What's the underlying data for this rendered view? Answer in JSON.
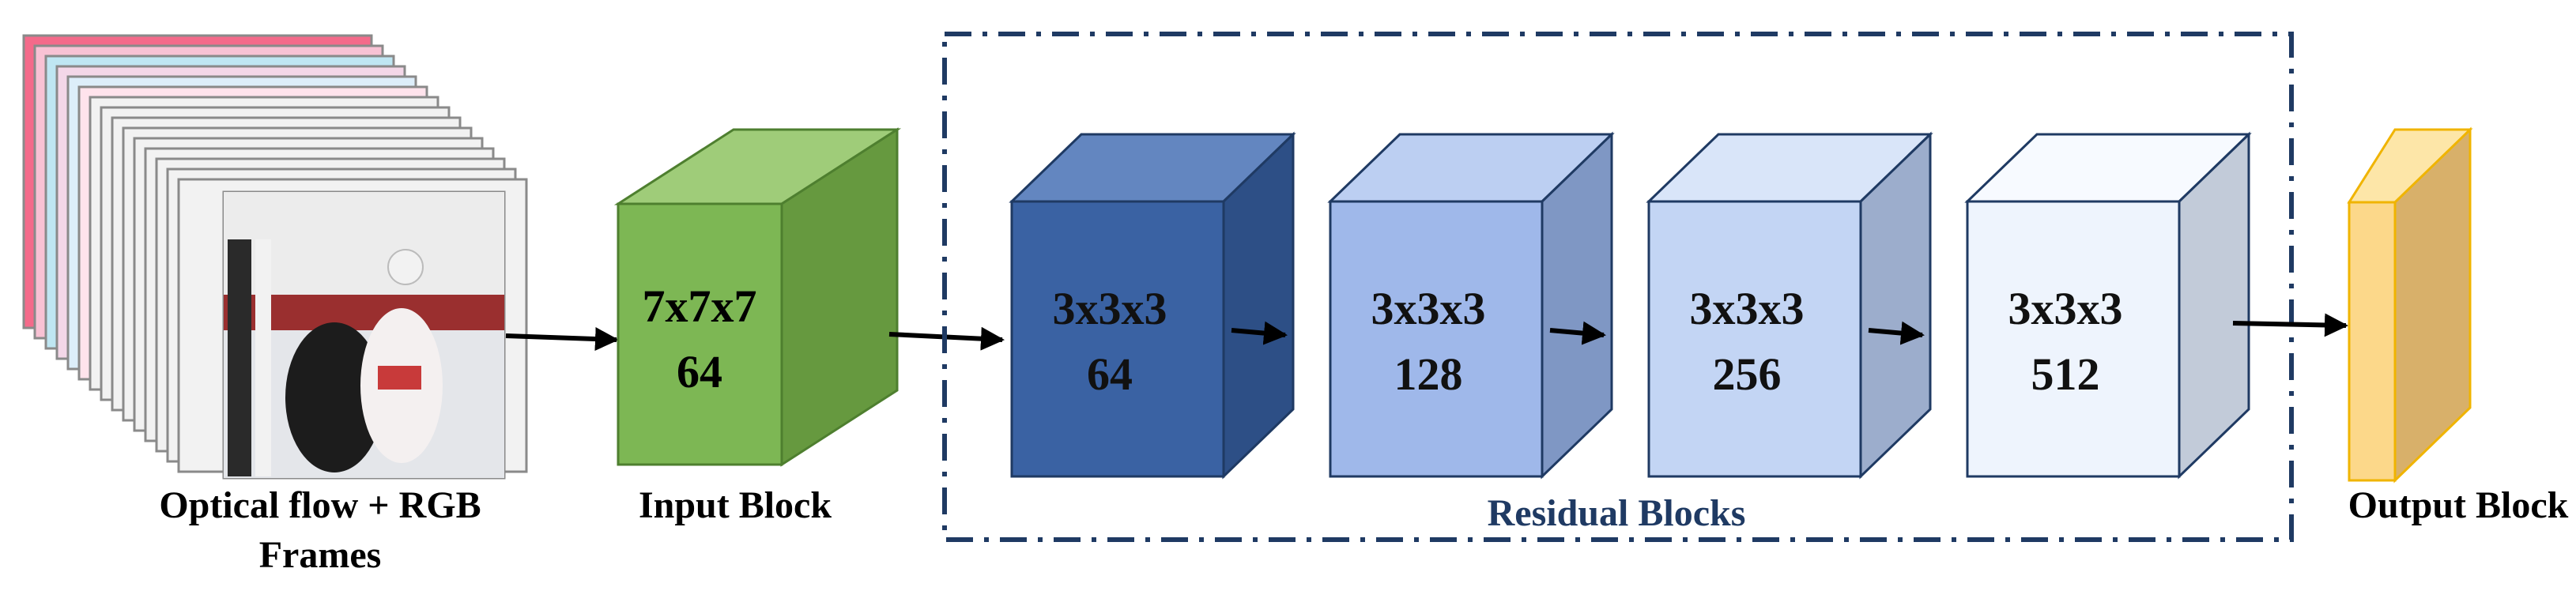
{
  "input_frames": {
    "label_line1": "Optical flow + RGB",
    "label_line2": "Frames",
    "flow_colors": [
      "#f46a8a",
      "#f8c2d4",
      "#bfe6f2",
      "#f3d7e8",
      "#ddeefa",
      "#ffe3ec"
    ]
  },
  "input_block": {
    "kernel": "7x7x7",
    "channels": "64",
    "label": "Input Block",
    "colors": {
      "front": "#7db754",
      "top": "#9fcc79",
      "side": "#66993f",
      "stroke": "#4e7f2f"
    }
  },
  "residual_group": {
    "label": "Residual Blocks",
    "border_color": "#1f3a63",
    "label_color": "#1f3a63",
    "blocks": [
      {
        "kernel": "3x3x3",
        "channels": "64",
        "front": "#3a62a3",
        "top": "#6386c0",
        "side": "#2d4f86"
      },
      {
        "kernel": "3x3x3",
        "channels": "128",
        "front": "#9fb8ea",
        "top": "#bccff2",
        "side": "#7f97c4"
      },
      {
        "kernel": "3x3x3",
        "channels": "256",
        "front": "#c3d5f4",
        "top": "#d9e5f9",
        "side": "#9cadcc"
      },
      {
        "kernel": "3x3x3",
        "channels": "512",
        "front": "#eef4fd",
        "top": "#f7faff",
        "side": "#c2cbd9"
      }
    ]
  },
  "output_block": {
    "label": "Output Block",
    "colors": {
      "front": "#fcd88a",
      "top": "#fde6a8",
      "side": "#d8b06a",
      "stroke": "#f0b400"
    }
  }
}
